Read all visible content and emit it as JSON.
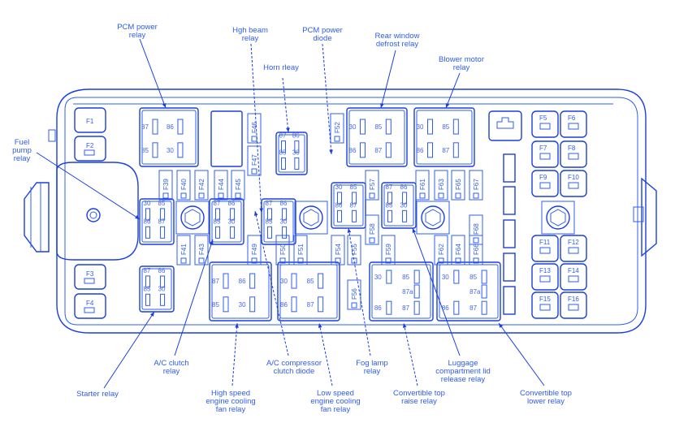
{
  "diagram": {
    "title": "Fuse box diagram",
    "accent_color": "#1a3fe0",
    "background_color": "#ffffff",
    "callouts": [
      {
        "id": "pcm-power-relay",
        "lines": [
          "PCM power",
          "relay"
        ]
      },
      {
        "id": "high-beam-relay",
        "lines": [
          "Hgh beam",
          "relay"
        ]
      },
      {
        "id": "horn-relay",
        "lines": [
          "Horn rleay"
        ]
      },
      {
        "id": "pcm-power-diode",
        "lines": [
          "PCM power",
          "diode"
        ]
      },
      {
        "id": "rear-window-defrost-relay",
        "lines": [
          "Rear window",
          "defrost relay"
        ]
      },
      {
        "id": "blower-motor-relay",
        "lines": [
          "Blower motor",
          "relay"
        ]
      },
      {
        "id": "fuel-pump-relay",
        "lines": [
          "Fuel",
          "pump",
          "relay"
        ]
      },
      {
        "id": "starter-relay",
        "lines": [
          "Starter relay"
        ]
      },
      {
        "id": "ac-clutch-relay",
        "lines": [
          "A/C clutch",
          "relay"
        ]
      },
      {
        "id": "high-speed-fan-relay",
        "lines": [
          "High speed",
          "engine cooling",
          "fan relay"
        ]
      },
      {
        "id": "ac-compressor-clutch-diode",
        "lines": [
          "A/C compressor",
          "clutch diode"
        ]
      },
      {
        "id": "low-speed-fan-relay",
        "lines": [
          "Low speed",
          "engine cooling",
          "fan relay"
        ]
      },
      {
        "id": "fog-lamp-relay",
        "lines": [
          "Fog lamp",
          "relay"
        ]
      },
      {
        "id": "convertible-top-raise-relay",
        "lines": [
          "Convertible top",
          "raise relay"
        ]
      },
      {
        "id": "luggage-lid-release-relay",
        "lines": [
          "Luggage",
          "compartment lid",
          "release relay"
        ]
      },
      {
        "id": "convertible-top-lower-relay",
        "lines": [
          "Convertible top",
          "lower relay"
        ]
      }
    ],
    "maxi_fuses": [
      "F1",
      "F2",
      "F3",
      "F4",
      "F5",
      "F6",
      "F7",
      "F8",
      "F9",
      "F10",
      "F11",
      "F12",
      "F13",
      "F14",
      "F15",
      "F16"
    ],
    "mini_fuses": [
      "F39",
      "F40",
      "F41",
      "F42",
      "F43",
      "F44",
      "F45",
      "F46",
      "F47",
      "F49",
      "F50",
      "F51",
      "F52",
      "F54",
      "F55",
      "F56",
      "F57",
      "F58",
      "F59",
      "F61",
      "F62",
      "F63",
      "F64",
      "F65",
      "F66",
      "F67",
      "F68"
    ],
    "relays": {
      "pcm_power": [
        "87",
        "86",
        "85",
        "30"
      ],
      "rear_defrost": [
        "30",
        "85",
        "86",
        "87"
      ],
      "blower_motor": [
        "30",
        "85",
        "86",
        "87"
      ],
      "horn": [
        "87",
        "86",
        "85",
        "30"
      ],
      "fuel_pump": [
        "30",
        "85",
        "86",
        "87"
      ],
      "ac_clutch": [
        "87",
        "86",
        "85",
        "30"
      ],
      "high_beam": [
        "87",
        "86",
        "85",
        "30"
      ],
      "fog_lamp": [
        "30",
        "85",
        "86",
        "87"
      ],
      "luggage_lid": [
        "87",
        "86",
        "85",
        "30"
      ],
      "starter": [
        "87",
        "86",
        "85",
        "30"
      ],
      "high_speed_fan": [
        "87",
        "86",
        "85",
        "30"
      ],
      "low_speed_fan": [
        "30",
        "85",
        "86",
        "87"
      ],
      "conv_top_raise": [
        "30",
        "85",
        "87a",
        "86",
        "87"
      ],
      "conv_top_lower": [
        "30",
        "85",
        "87a",
        "86",
        "87"
      ]
    }
  }
}
